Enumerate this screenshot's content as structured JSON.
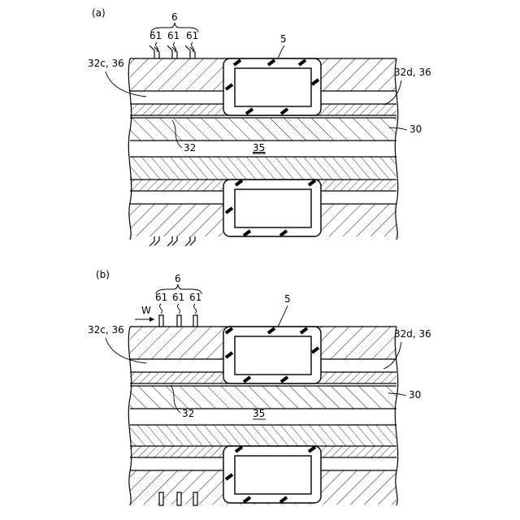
{
  "panels": [
    {
      "tag": "(a)",
      "group_label": "6",
      "fin_labels": [
        "61",
        "61",
        "61"
      ],
      "label_5": "5",
      "label_32c": "32c, 36",
      "label_32d": "32d, 36",
      "label_30": "30",
      "label_32": "32",
      "label_35": "35",
      "fin_style": "bent"
    },
    {
      "tag": "(b)",
      "group_label": "6",
      "fin_labels": [
        "61",
        "61",
        "61"
      ],
      "label_5": "5",
      "label_32c": "32c, 36",
      "label_32d": "32d, 36",
      "label_30": "30",
      "label_32": "32",
      "label_35": "35",
      "label_w": "W",
      "fin_style": "straight"
    }
  ]
}
